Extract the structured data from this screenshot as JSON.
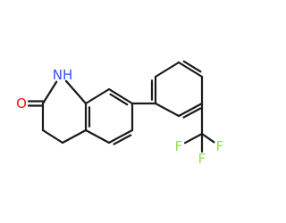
{
  "molecule": {
    "atoms": [
      {
        "label": "O",
        "color": "#ff0d0d"
      },
      {
        "label": "NH",
        "color": "#3050f8"
      },
      {
        "label": "F",
        "color": "#90e050"
      },
      {
        "label": "F",
        "color": "#90e050"
      },
      {
        "label": "F",
        "color": "#90e050"
      }
    ],
    "bond_color": "#1a1a1a"
  }
}
